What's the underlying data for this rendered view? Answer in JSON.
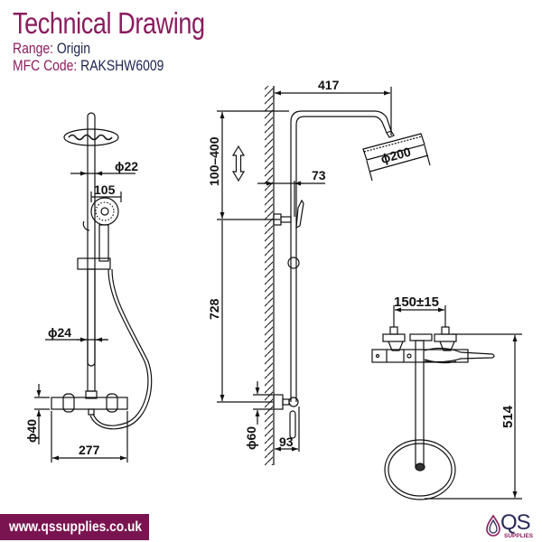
{
  "header": {
    "title": "Technical Drawing",
    "range_label": "Range:",
    "range_value": "Origin",
    "mfc_label": "MFC Code:",
    "mfc_value": "RAKSHW6009"
  },
  "dimensions": {
    "front_view": {
      "rail_diameter": "ϕ22",
      "handset_width": "105",
      "riser_diameter": "ϕ24",
      "valve_diameter": "ϕ40",
      "valve_width": "277"
    },
    "side_view": {
      "arm_projection": "417",
      "head_diameter": "ϕ200",
      "height_adjust": "100–400",
      "holder_offset": "73",
      "riser_height": "728",
      "inlet_diameter": "ϕ60",
      "valve_offset": "93"
    },
    "top_view": {
      "inlet_centres": "150±15",
      "total_height": "514"
    }
  },
  "footer": {
    "url": "www.qssupplies.co.uk",
    "logo_text": "QS",
    "logo_sub": "SUPPLIES"
  },
  "colors": {
    "brand_purple": "#8a1c5e",
    "footer_bar": "#7a1450",
    "navy": "#1c2350",
    "line": "#111111"
  }
}
